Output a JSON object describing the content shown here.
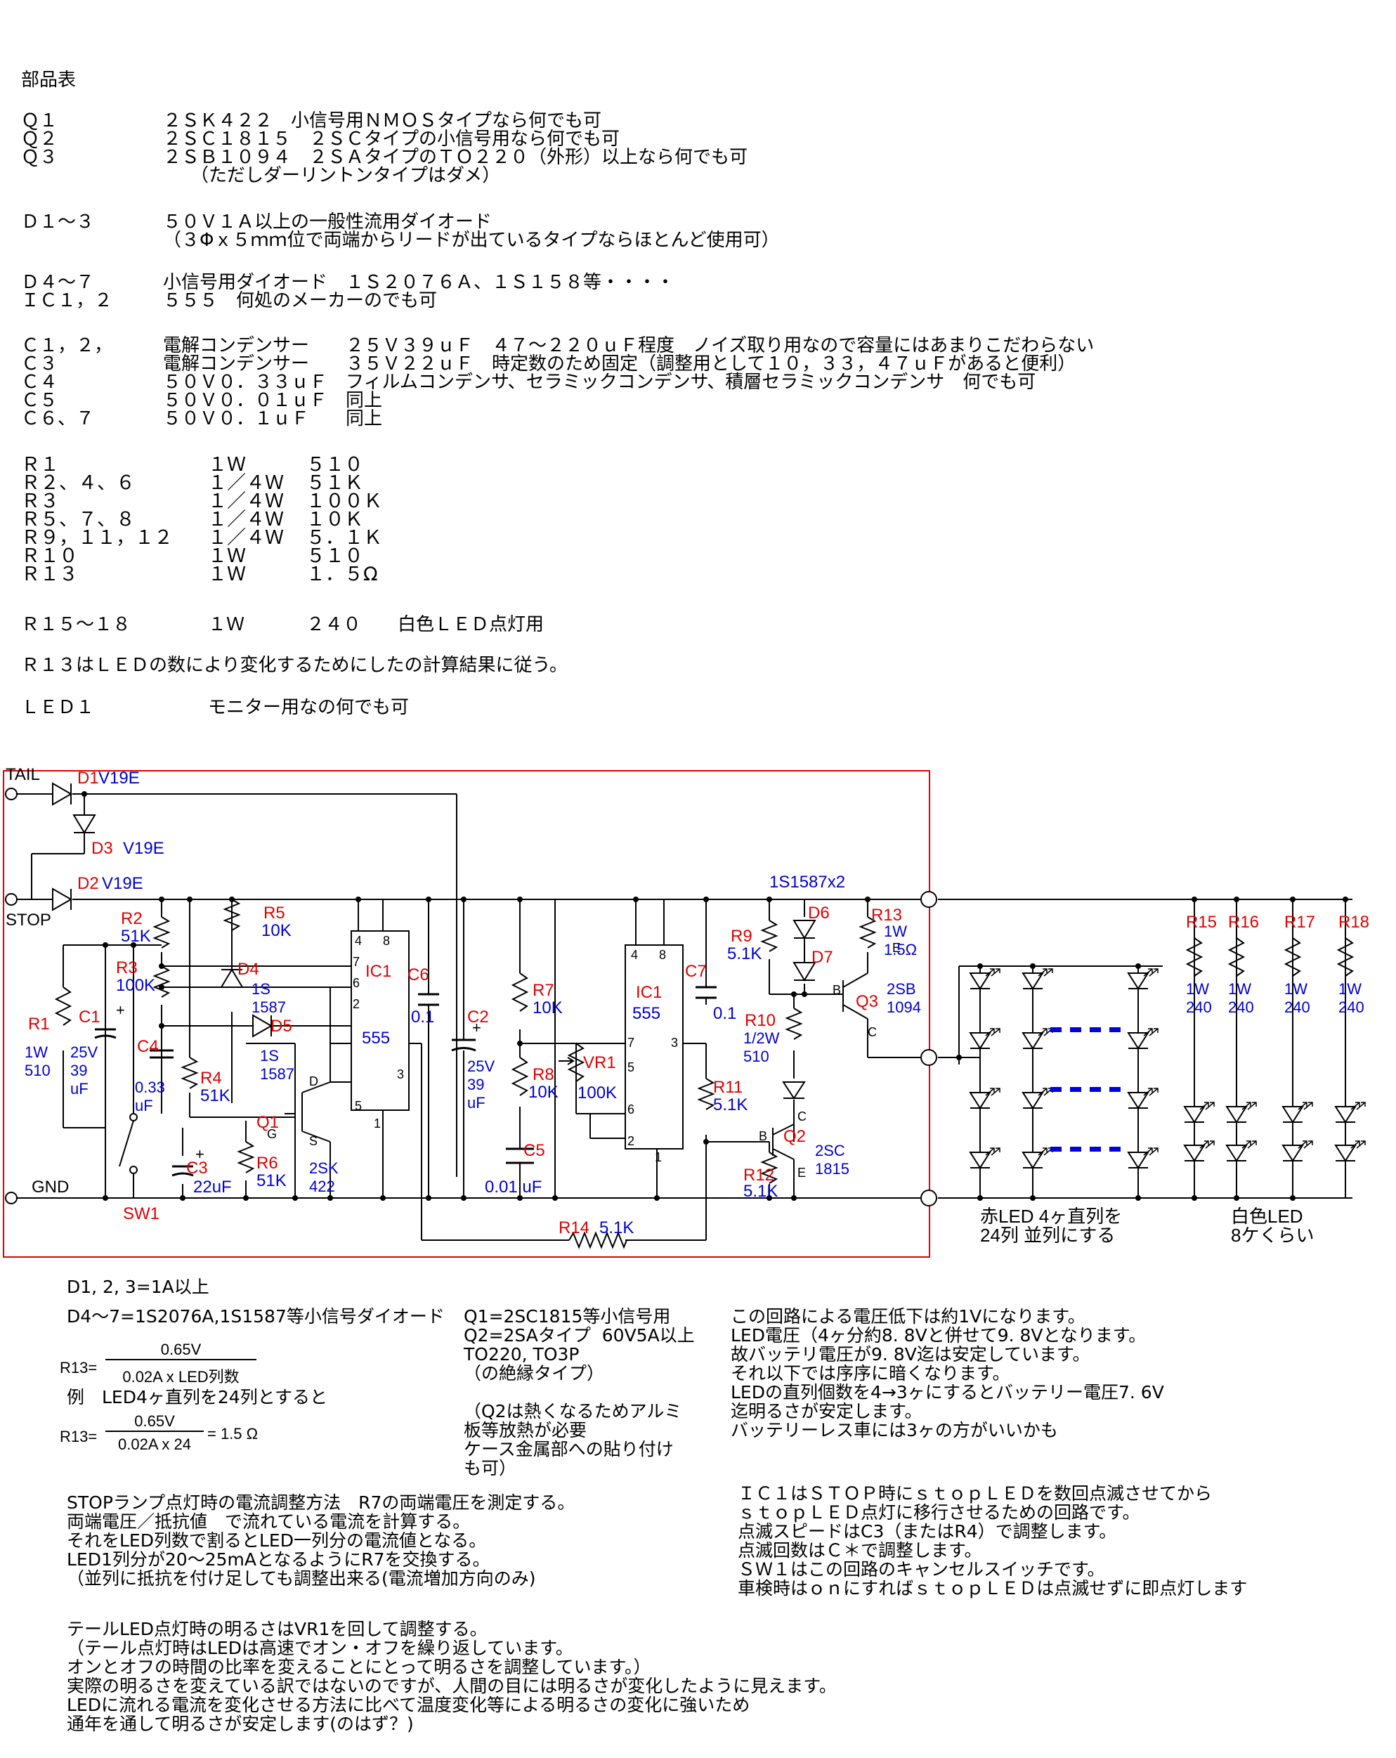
{
  "parts": {
    "title": "部品表",
    "groups": [
      [
        {
          "code": "Ｑ１",
          "desc": "２ＳＫ４２２　小信号用ＮＭＯＳタイプなら何でも可"
        },
        {
          "code": "Ｑ２",
          "desc": "２ＳＣ１８１５　２ＳＣタイプの小信号用なら何でも可"
        },
        {
          "code": "Ｑ３",
          "desc": "２ＳＢ１０９４　２ＳＡタイプのＴＯ２２０（外形）以上なら何でも可"
        },
        {
          "code": "",
          "desc": "　　（ただしダーリントンタイプはダメ）"
        }
      ],
      [
        {
          "code": "Ｄ１～３",
          "desc": "５０Ｖ１Ａ以上の一般性流用ダイオード"
        },
        {
          "code": "",
          "desc": "（３Φｘ５ｍｍ位で両端からリードが出ているタイプならほとんど使用可）"
        }
      ],
      [
        {
          "code": "Ｄ４～７",
          "desc": "小信号用ダイオード　１Ｓ２０７６Ａ、１Ｓ１５８等・・・・"
        },
        {
          "code": "ＩＣ１，２",
          "desc": "５５５　何処のメーカーのでも可"
        }
      ],
      [
        {
          "code": "Ｃ１，２，",
          "desc": "電解コンデンサー　　２５Ｖ３９ｕＦ　４７～２２０ｕＦ程度　ノイズ取り用なので容量にはあまりこだわらない"
        },
        {
          "code": "Ｃ３",
          "desc": "電解コンデンサー　　３５Ｖ２２ｕＦ　時定数のため固定（調整用として１０，３３，４７ｕＦがあると便利）"
        },
        {
          "code": "Ｃ４",
          "desc": "５０Ｖ０．３３ｕＦ　フィルムコンデンサ、セラミックコンデンサ、積層セラミックコンデンサ　何でも可"
        },
        {
          "code": "Ｃ５",
          "desc": "５０Ｖ０．０１ｕＦ　同上"
        },
        {
          "code": "Ｃ６、７",
          "desc": "５０Ｖ０．１ｕＦ　　同上"
        }
      ]
    ],
    "resistors": [
      {
        "code": "Ｒ１",
        "w": "１Ｗ",
        "v": "５１０"
      },
      {
        "code": "Ｒ２、４、６",
        "w": "１／４Ｗ",
        "v": "５１Ｋ"
      },
      {
        "code": "Ｒ３",
        "w": "１／４Ｗ",
        "v": "１００Ｋ"
      },
      {
        "code": "Ｒ５、７、８",
        "w": "１／４Ｗ",
        "v": "１０Ｋ"
      },
      {
        "code": "Ｒ９，１１，１２",
        "w": "１／４Ｗ",
        "v": "５．１Ｋ"
      },
      {
        "code": "Ｒ１０",
        "w": "１Ｗ",
        "v": "５１０"
      },
      {
        "code": "Ｒ１３",
        "w": "１Ｗ",
        "v": "１．５Ω"
      }
    ],
    "r15": {
      "code": "Ｒ１５～１８",
      "w": "１Ｗ",
      "v": "２４０　　白色ＬＥＤ点灯用"
    },
    "r13_note": "Ｒ１３はＬＥＤの数により変化するためにしたの計算結果に従う。",
    "led1": {
      "code": "ＬＥＤ１",
      "desc": "モニター用なの何でも可"
    }
  },
  "schematic": {
    "terminals": {
      "tail": "TAIL",
      "stop": "STOP",
      "gnd": "GND",
      "sw": "SW1"
    },
    "diodes": {
      "d1": "D1",
      "d1v": "V19E",
      "d3": "D3",
      "d3v": "V19E",
      "d2": "D2",
      "d2v": "V19E",
      "d4": "D4",
      "d4v": "1S\n1587",
      "d5": "D5",
      "d5v": "1S\n1587",
      "d6": "D6",
      "d7": "D7",
      "d67": "1S1587x2"
    },
    "r1": "R1",
    "r1v": "1W\n510",
    "c1": "C1",
    "c1v": "25V\n39\nuF",
    "r2": "R2",
    "r2v": "51K",
    "r3": "R3",
    "r3v": "100K",
    "c4": "C4",
    "c4v": "0.33\nuF",
    "r4": "R4",
    "r4v": "51K",
    "r5": "R5",
    "r5v": "10K",
    "c3": "C3",
    "c3v": "22uF",
    "r6": "R6",
    "r6v": "51K",
    "q1": "Q1",
    "q1v": "2SK\n422",
    "ic1": "IC1",
    "ic1v": "555",
    "c6": "C6",
    "c6v": "0.1",
    "c2": "C2",
    "c2v": "25V\n39\nuF",
    "r7": "R7",
    "r7v": "10K",
    "r8": "R8",
    "r8v": "10K",
    "vr1": "VR1",
    "vr1v": "100K",
    "c5": "C5",
    "c5v": "0.01 uF",
    "ic2": "IC1",
    "ic2v": "555",
    "c7": "C7",
    "c7v": "0.1",
    "r9": "R9",
    "r9v": "5.1K",
    "r10": "R10",
    "r10v": "1/2W\n510",
    "r11": "R11",
    "r11v": "5.1K",
    "r12": "R12",
    "r12v": "5.1K",
    "q2": "Q2",
    "q2v": "2SC\n1815",
    "r13": "R13",
    "r13v": "1W\n1.5Ω",
    "q3": "Q3",
    "q3v": "2SB\n1094",
    "r14": "R14",
    "r14v": "5.1K",
    "r15": "R15",
    "r16": "R16",
    "r17": "R17",
    "r18": "R18",
    "rw": "1W\n240",
    "red_led": "赤LED 4ヶ直列を\n24列  並列にする",
    "white_led": "白色LED\n8ケくらい"
  },
  "notes": {
    "n1": "D1, 2, 3=1A以上",
    "n2": "D4～7=1S2076A,1S1587等小信号ダイオード",
    "q_notes": "Q1=2SC1815等小信号用\nQ2=2SAタイプ  60V5A以上\nTO220, TO3P\n（の絶縁タイプ）\n\n（Q2は熱くなるためアルミ\n板等放熱が必要\nケース金属部への貼り付け\nも可）",
    "f1_lhs": "R13=",
    "f1_num": "0.65V",
    "f1_den": "0.02A x LED列数",
    "ex": "例　LED4ヶ直列を24列とすると",
    "f2_lhs": "R13=",
    "f2_num": "0.65V",
    "f2_den": "0.02A x 24",
    "f2_rhs": "= 1.5 Ω",
    "volt": "この回路による電圧低下は約1Vになります。\nLED電圧（4ヶ分約8. 8Vと併せて9. 8Vとなります。\n故バッテリ電圧が9. 8V迄は安定しています。\nそれ以下では序序に暗くなります。\nLEDの直列個数を4→3ヶにするとバッテリー電圧7. 6V\n迄明るさが安定します。\nバッテリーレス車には3ヶの方がいいかも",
    "stop": "STOPランプ点灯時の電流調整方法　R7の両端電圧を測定する。\n両端電圧／抵抗値　で流れている電流を計算する。\nそれをLED列数で割るとLED一列分の電流値となる。\nLED1列分が20～25mAとなるようにR7を交換する。\n（並列に抵抗を付け足しても調整出来る(電流増加方向のみ)",
    "ic1": "ＩＣ１はＳＴＯＰ時にｓｔｏｐＬＥＤを数回点滅させてから\nｓｔｏｐＬＥＤ点灯に移行させるための回路です。\n点滅スピードはC3（またはR4）で調整します。\n点滅回数はＣ＊で調整します。\nＳＷ１はこの回路のキャンセルスイッチです。\n車検時はｏｎにすればｓｔｏｐＬＥＤは点滅せずに即点灯します",
    "tail": "テールLED点灯時の明るさはVR1を回して調整する。\n（テール点灯時はLEDは高速でオン・オフを繰り返しています。\nオンとオフの時間の比率を変えることにとって明るさを調整しています。）\n実際の明るさを変えている訳ではないのですが、人間の目には明るさが変化したように見えます。\nLEDに流れる電流を変化させる方法に比べて温度変化等による明るさの変化に強いため\n通年を通して明るさが安定します(のはず？)"
  },
  "colors": {
    "frame": "#e00000",
    "label_red": "#e00000",
    "label_blue": "#0000d0",
    "dots": "#0000e0"
  }
}
